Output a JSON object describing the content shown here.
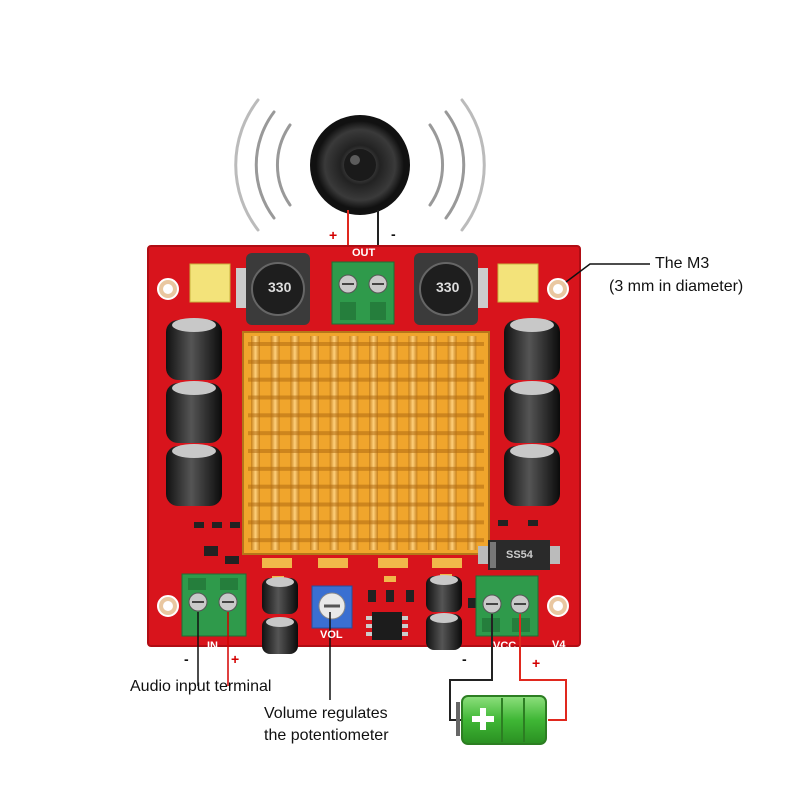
{
  "labels": {
    "m3_title": "The M3",
    "m3_detail": "(3 mm in diameter)",
    "audio_input": "Audio input terminal",
    "volume_line1": "Volume regulates",
    "volume_line2": "the potentiometer"
  },
  "board_text": {
    "out": "OUT",
    "in": "IN",
    "vcc": "VCC",
    "vol": "VOL",
    "v4": "V4",
    "inductor_left": "330",
    "inductor_right": "330",
    "diode": "SS54"
  },
  "polarity": {
    "plus": "+",
    "minus": "-"
  },
  "colors": {
    "pcb": "#d8141c",
    "heatsink": "#f0a52c",
    "terminal": "#2f9a4b",
    "wire_red": "#e0281e",
    "wire_black": "#222222",
    "battery_green": "#46c23a"
  }
}
